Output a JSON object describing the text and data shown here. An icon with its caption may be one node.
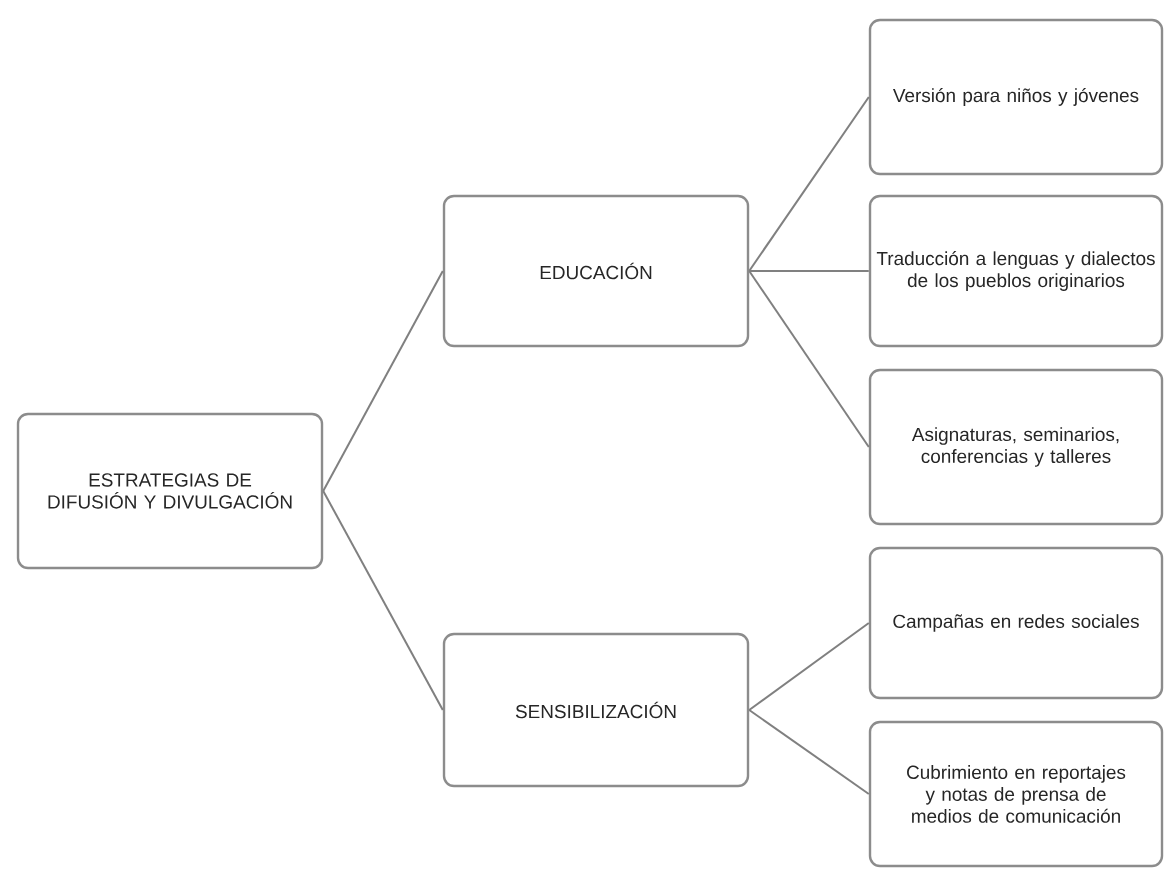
{
  "diagram": {
    "nodes": [
      {
        "text": [
          "ESTRATEGIAS DE DIFUSIÓN Y DIVULGACIÓN"
        ]
      },
      {
        "text": [
          "EDUCACIÓN"
        ]
      },
      {
        "text": [
          "SENSIBILIZACIÓN"
        ]
      },
      {
        "text": [
          "Versión para niños y jóvenes"
        ]
      },
      {
        "text": [
          "Traducción a lenguas y dialectos de los pueblos originarios"
        ]
      },
      {
        "text": [
          "Asignaturas, seminarios, conferencias y talleres"
        ]
      },
      {
        "text": [
          "Campañas en redes sociales"
        ]
      },
      {
        "text": [
          "Cubrimiento en reportajes y notas de prensa de medios de comunicación"
        ]
      }
    ],
    "edges": [
      {
        "from": 0,
        "to": 1,
        "arrow": "none"
      },
      {
        "from": 0,
        "to": 2,
        "arrow": "none"
      },
      {
        "from": 1,
        "to": 3,
        "arrow": "none"
      },
      {
        "from": 1,
        "to": 4,
        "arrow": "none"
      },
      {
        "from": 1,
        "to": 5,
        "arrow": "none"
      },
      {
        "from": 2,
        "to": 6,
        "arrow": "none"
      },
      {
        "from": 2,
        "to": 7,
        "arrow": "none"
      }
    ]
  }
}
